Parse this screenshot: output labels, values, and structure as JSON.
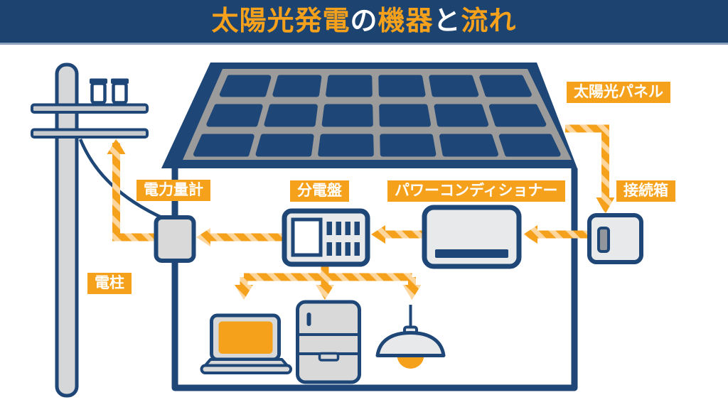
{
  "title": {
    "segments": [
      {
        "text": "太陽光発電",
        "color": "orange"
      },
      {
        "text": "の",
        "color": "white"
      },
      {
        "text": "機器",
        "color": "orange"
      },
      {
        "text": "と",
        "color": "white"
      },
      {
        "text": "流れ",
        "color": "orange"
      }
    ]
  },
  "labels": {
    "solar_panel": "太陽光パネル",
    "junction_box": "接続箱",
    "power_conditioner": "パワーコンディショナー",
    "distribution_board": "分電盤",
    "power_meter": "電力量計",
    "utility_pole": "電柱"
  },
  "flow": [
    {
      "from": "solar-panel",
      "to": "junction-box"
    },
    {
      "from": "junction-box",
      "to": "power-conditioner"
    },
    {
      "from": "power-conditioner",
      "to": "distribution-board"
    },
    {
      "from": "distribution-board",
      "to": "power-meter"
    },
    {
      "from": "power-meter",
      "to": "utility-pole"
    },
    {
      "from": "distribution-board",
      "to": "appliances"
    }
  ],
  "appliances": [
    "laptop",
    "refrigerator",
    "pendant-light"
  ],
  "colors": {
    "navy": "#1e4677",
    "banner": "#1d4470",
    "orange": "#f5a11c",
    "stripe_light": "#fcd69d",
    "panel_frame_gray": "#9b9b9b"
  }
}
